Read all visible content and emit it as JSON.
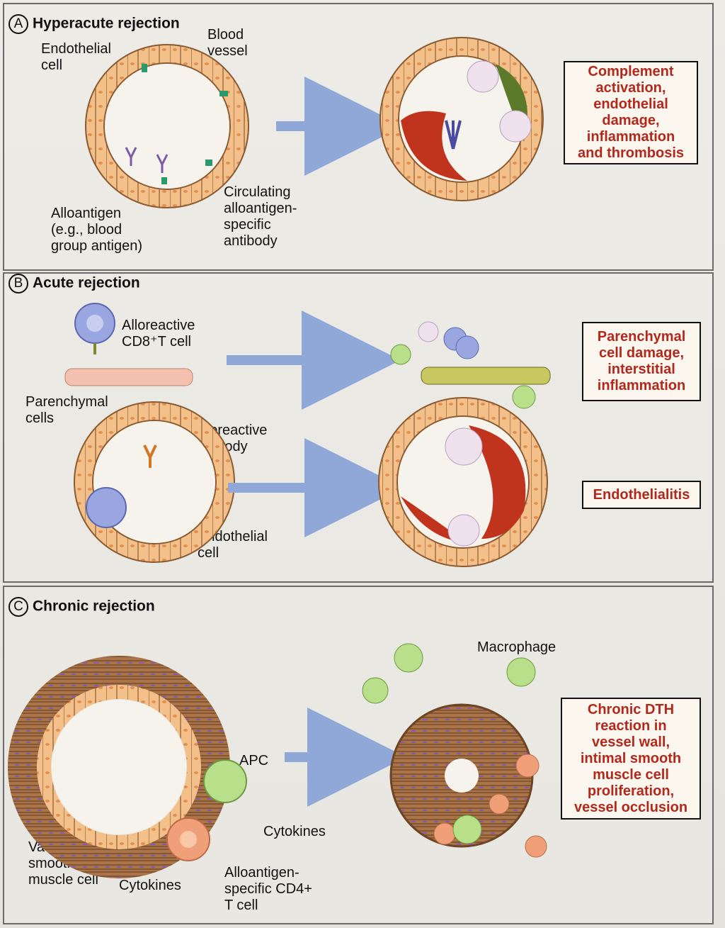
{
  "panels": {
    "a": {
      "letter": "A",
      "title": "Hyperacute rejection",
      "labels": {
        "endothelial_cell": "Endothelial\ncell",
        "blood_vessel": "Blood\nvessel",
        "alloantigen": "Alloantigen\n(e.g., blood\ngroup antigen)",
        "circulating_antibody": "Circulating\nalloantigen-\nspecific\nantibody"
      },
      "result": "Complement\nactivation,\nendothelial\ndamage,\ninflammation\nand thrombosis"
    },
    "b": {
      "letter": "B",
      "title": "Acute rejection",
      "labels": {
        "cd8_t_cell": "Alloreactive\nCD8⁺T cell",
        "parenchymal_cells": "Parenchymal\ncells",
        "alloreactive_antibody": "Alloreactive\nantibody",
        "endothelial_cell": "Endothelial\ncell"
      },
      "result_top": "Parenchymal\ncell damage,\ninterstitial\ninflammation",
      "result_bottom": "Endothelialitis"
    },
    "c": {
      "letter": "C",
      "title": "Chronic rejection",
      "labels": {
        "macrophage": "Macrophage",
        "apc": "APC",
        "cytokines_right": "Cytokines",
        "cytokines_left": "Cytokines",
        "vascular_smooth_muscle": "Vascular\nsmooth\nmuscle cell",
        "cd4_t_cell": "Alloantigen-\nspecific CD4+\nT cell"
      },
      "result": "Chronic DTH\nreaction in\nvessel wall,\nintimal smooth\nmuscle cell\nproliferation,\nvessel occlusion"
    }
  },
  "colors": {
    "endothelium": "#f4c08a",
    "endothelium_border": "#8a5a30",
    "clot": "#c0341e",
    "antibody": "#5a4a9a",
    "antigen": "#7a5aa8",
    "t_cell": "#9aa6e0",
    "macrophage": "#b8e08a",
    "t_cell_cd4": "#f0a078",
    "muscle": "#9c6a40",
    "arrow": "#8fa8d8",
    "result_text": "#b3281c"
  }
}
